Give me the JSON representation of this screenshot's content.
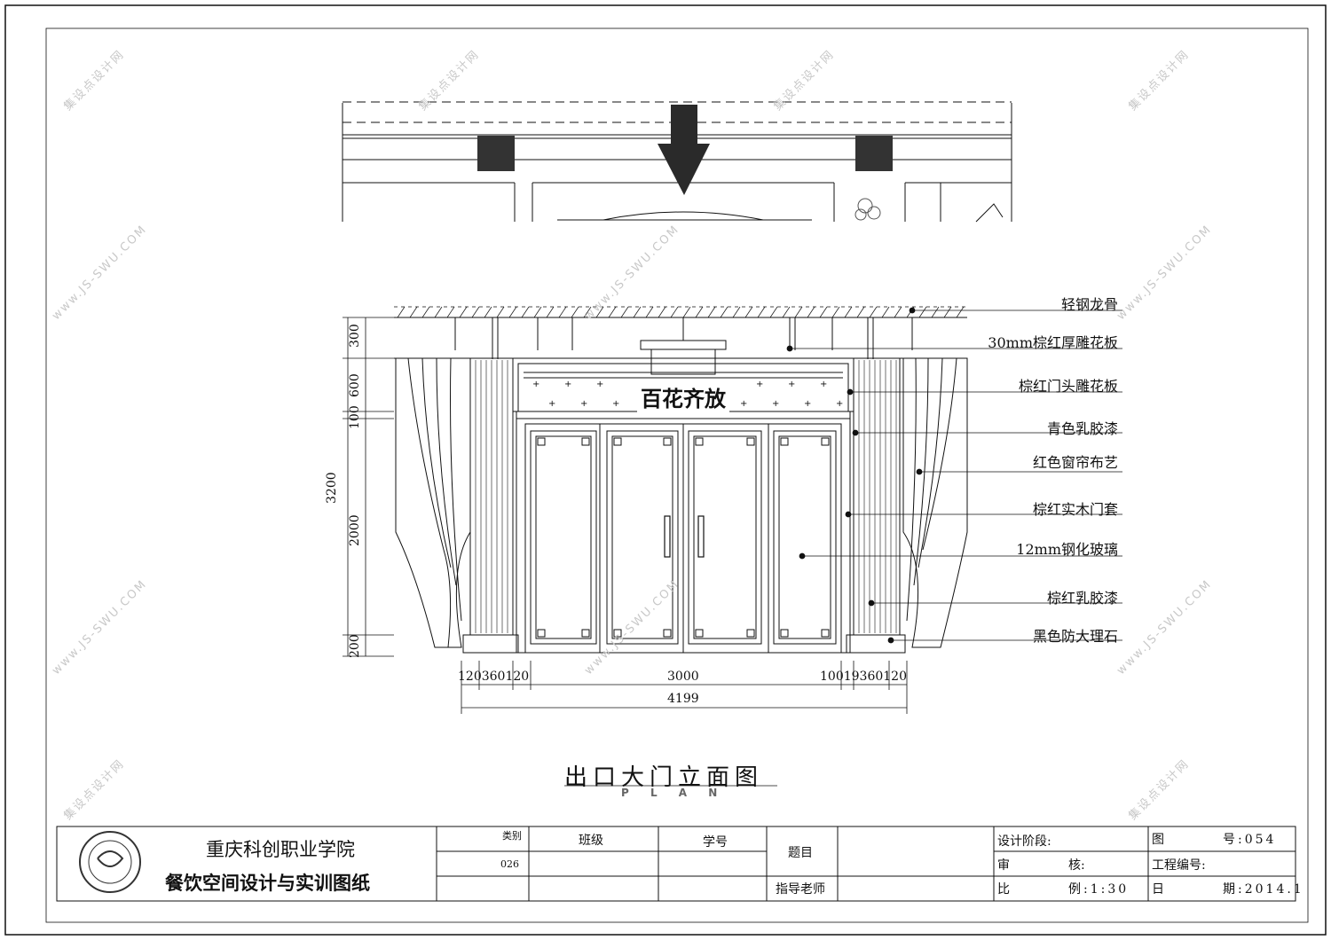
{
  "drawing": {
    "title": "出口大门立面图",
    "subtitle": "P L A N",
    "inscription": "百花齐放"
  },
  "annotations": [
    "轻钢龙骨",
    "30mm棕红厚雕花板",
    "棕红门头雕花板",
    "青色乳胶漆",
    "红色窗帘布艺",
    "棕红实木门套",
    "12mm钢化玻璃",
    "棕红乳胶漆",
    "黑色防大理石"
  ],
  "dimensions": {
    "vertical": [
      "300",
      "600",
      "100",
      "2000",
      "200"
    ],
    "vertical_total": "3200",
    "horizontal_left": "120360120",
    "horizontal_mid": "3000",
    "horizontal_right": "10019360120",
    "horizontal_total": "4199"
  },
  "title_block": {
    "school": "重庆科创职业学院",
    "sheet_name": "餐饮空间设计与实训图纸",
    "category_label": "类别",
    "category_value": "026",
    "class_label": "班级",
    "student_no_label": "学号",
    "topic_label": "题目",
    "advisor_label": "指导老师",
    "design_stage_label": "设计阶段:",
    "drawing_no_label": "图",
    "drawing_no_value": "号:054",
    "review_label": "审",
    "review_label2": "核:",
    "project_no_label": "工程编号:",
    "scale_label": "比",
    "scale_value": "例:1:30",
    "date_label": "日",
    "date_value": "期:2014.1"
  },
  "watermark": {
    "text1": "集设点设计网",
    "text2": "www.JS-SWU.COM"
  },
  "colors": {
    "line": "#111111",
    "block": "#333333",
    "watermark": "#c8c8c8"
  }
}
